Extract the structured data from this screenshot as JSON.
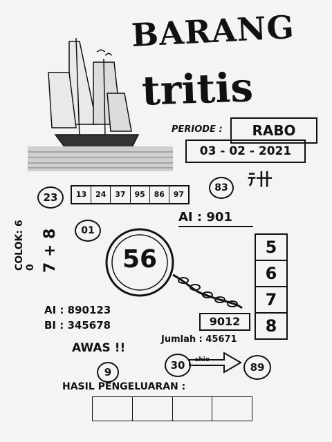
{
  "title": {
    "line1": "BARANG",
    "line2": "tritis"
  },
  "period": {
    "label": "PERIODE :",
    "day": "RABO",
    "date": "03 - 02 - 2021"
  },
  "circle_left": "23",
  "numbers": [
    "13",
    "24",
    "37",
    "95",
    "86",
    "97"
  ],
  "circle_right": "83",
  "signature": "ﾃ卄",
  "circle_small": "01",
  "ai": "AI : 901",
  "vertical_side": "COLOK: 6 0",
  "vertical_side2": "7 + 8",
  "big_ball": "56",
  "column_numbers": [
    "5",
    "6",
    "7",
    "8"
  ],
  "ai_line": "AI : 890123",
  "bi_line": "BI : 345678",
  "small_box": "9012",
  "jumlah": "Jumlah : 45671",
  "awas": "AWAS !!",
  "circle_9": "9",
  "circle_30": "30",
  "circle_89": "89",
  "arrow_text": "shio",
  "hasil": "HASIL PENGELUARAN :",
  "colors": {
    "ink": "#111111",
    "paper": "#f4f4f2"
  }
}
